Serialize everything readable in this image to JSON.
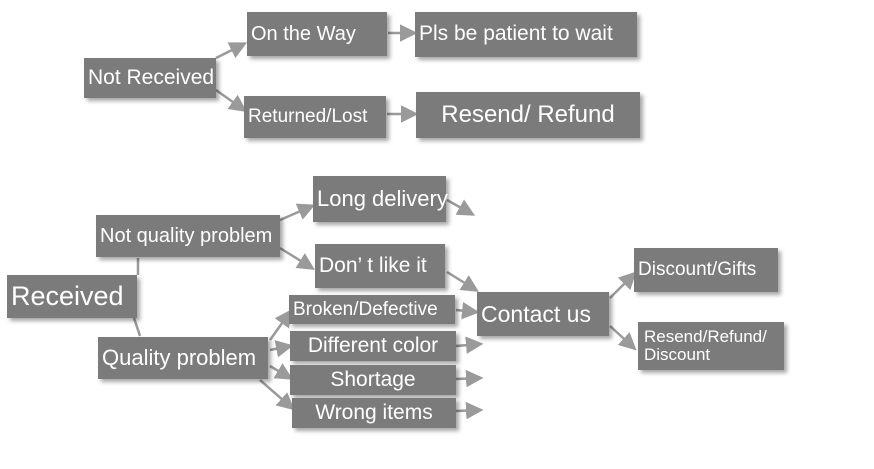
{
  "colors": {
    "box_fill": "#7b7b7b",
    "box_text": "#ffffff",
    "arrow": "#9a9a9a"
  },
  "nodes": {
    "not_received": "Not Received",
    "on_the_way": "On the Way",
    "be_patient": "Pls be patient to wait",
    "returned_lost": "Returned/Lost",
    "resend_refund": "Resend/ Refund",
    "received": "Received",
    "not_quality_problem": "Not quality problem",
    "long_delivery": "Long delivery",
    "dont_like_it": "Don’ t like it",
    "quality_problem": "Quality problem",
    "broken_defective": "Broken/Defective",
    "different_color": "Different color",
    "shortage": "Shortage",
    "wrong_items": "Wrong items",
    "contact_us": "Contact us",
    "discount_gifts": "Discount/Gifts",
    "resend_refund_discount": "Resend/Refund/\nDiscount"
  }
}
